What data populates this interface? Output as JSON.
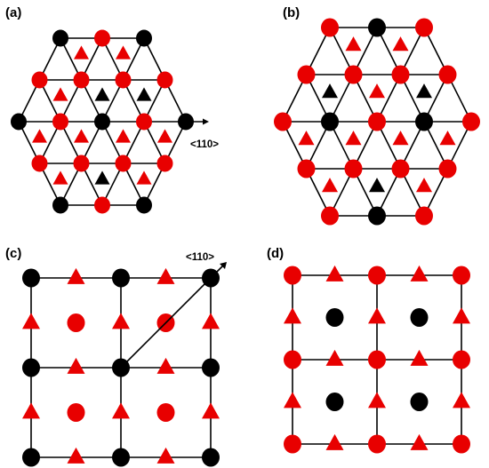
{
  "colors": {
    "red": "#e80000",
    "black": "#000000",
    "bond": "#000000"
  },
  "panels": [
    {
      "id": "a",
      "label": "(a)",
      "lattice": "hexagonal",
      "direction_label": "<110>",
      "legend_shapes": [
        "circle-site",
        "triangle-site"
      ]
    },
    {
      "id": "b",
      "label": "(b)",
      "lattice": "hexagonal"
    },
    {
      "id": "c",
      "label": "(c)",
      "lattice": "square",
      "direction_label": "<110>"
    },
    {
      "id": "d",
      "label": "(d)",
      "lattice": "square"
    }
  ]
}
